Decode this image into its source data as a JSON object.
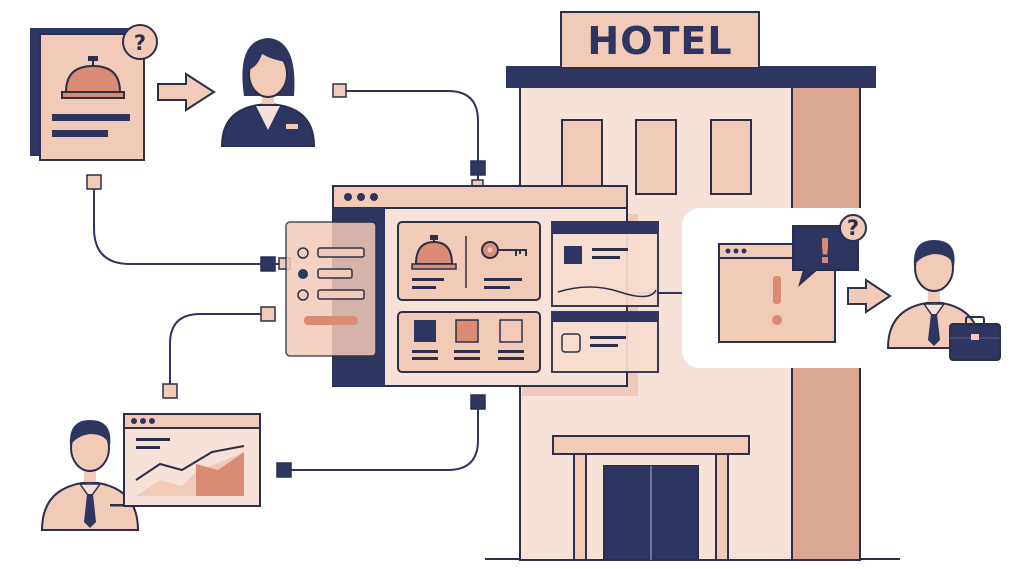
{
  "hotel": {
    "sign_text": "HOTEL"
  },
  "badges": {
    "question_mark": "?",
    "exclamation_mark": "!"
  },
  "colors": {
    "navy": "#2e3560",
    "peach": "#f2cbb8",
    "peach_light": "#f7ddd0",
    "salmon": "#d98b74",
    "building": "#f6e2d9",
    "building_shade": "#dca894",
    "outline": "#2b2f4a"
  },
  "icons": [
    "service-bell-icon",
    "key-icon",
    "arrow-right-icon",
    "warning-icon",
    "question-icon",
    "briefcase-icon",
    "chart-icon",
    "document-icon"
  ],
  "people": [
    "receptionist",
    "manager",
    "guest-with-briefcase"
  ]
}
